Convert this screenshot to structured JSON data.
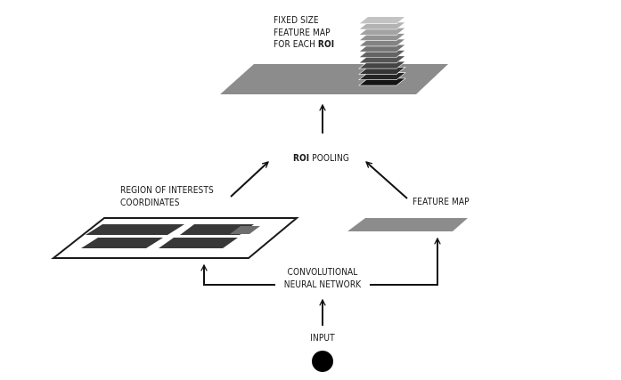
{
  "diagram": {
    "top_label": {
      "line1": "FIXED SIZE",
      "line2": "FEATURE MAP",
      "line3_prefix": "FOR EACH ",
      "line3_bold": "ROI"
    },
    "roi_pooling": {
      "bold": "ROI",
      "rest": " POOLING"
    },
    "region_label": {
      "line1": "REGION OF INTERESTS",
      "line2": "COORDINATES"
    },
    "feature_map_label": "FEATURE MAP",
    "cnn_label": {
      "line1": "CONVOLUTIONAL",
      "line2": "NEURAL NETWORK"
    },
    "input_label": "INPUT"
  }
}
